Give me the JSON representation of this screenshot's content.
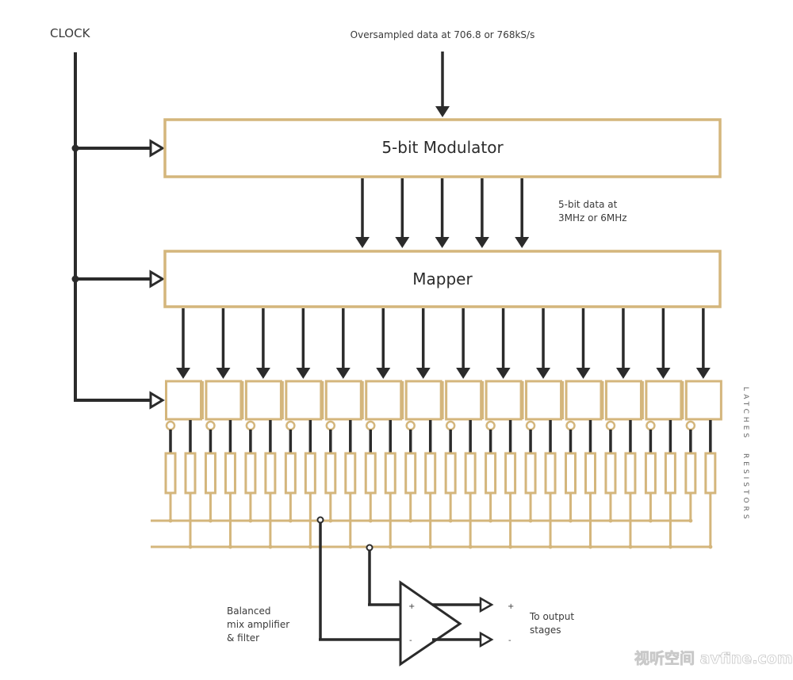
{
  "diagram": {
    "clock_label": "CLOCK",
    "input_label": "Oversampled data at 706.8 or 768kS/s",
    "modulator_label": "5-bit Modulator",
    "modulator_output_label_line1": "5-bit data at",
    "modulator_output_label_line2": "3MHz or 6MHz",
    "modulator_output_lines": 5,
    "mapper_label": "Mapper",
    "mapper_output_lines": 14,
    "latch_count": 14,
    "latches_label": "LATCHES",
    "resistor_count": 28,
    "resistors_label": "RESISTORS",
    "amplifier_label_line1": "Balanced",
    "amplifier_label_line2": "mix amplifier",
    "amplifier_label_line3": "& filter",
    "amp_input_plus": "+",
    "amp_input_minus": "-",
    "output_plus": "+",
    "output_minus": "-",
    "output_label_line1": "To output",
    "output_label_line2": "stages",
    "colors": {
      "block_outline": "#d4b67c",
      "wire": "#2b2b2b",
      "text": "#3a3a3a"
    }
  },
  "watermark": "视听空间 avfine.com"
}
